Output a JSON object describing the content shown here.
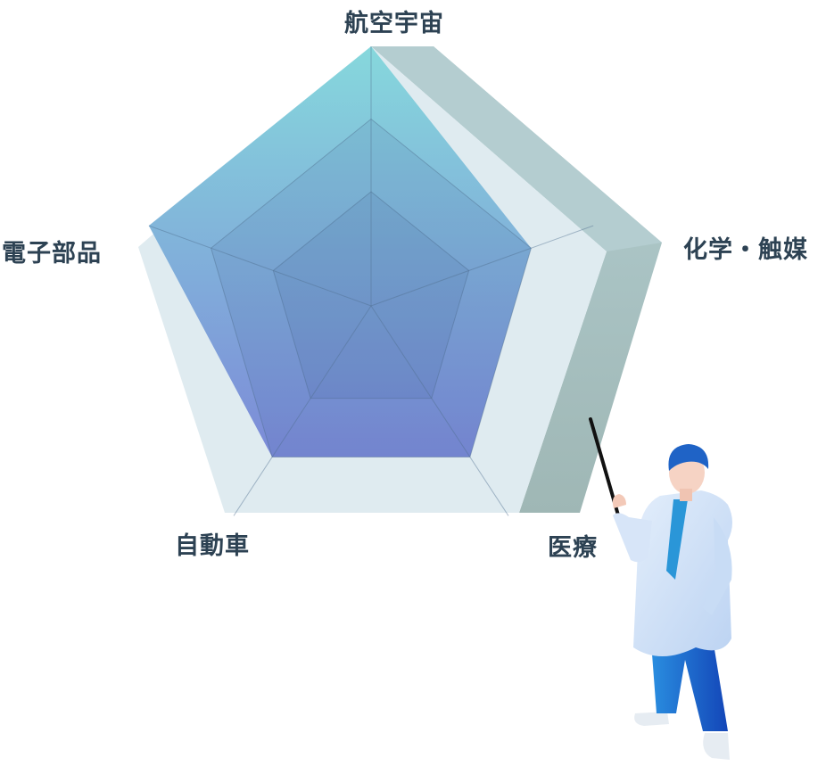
{
  "chart_data": {
    "type": "radar",
    "title": "",
    "axes": [
      "航空宇宙",
      "化学・触媒",
      "医療",
      "自動車",
      "電子部品"
    ],
    "values": [
      1.0,
      0.72,
      0.72,
      0.72,
      1.0
    ],
    "grid_levels": [
      0.44,
      0.72,
      1.0
    ],
    "range": [
      0,
      1
    ],
    "colors": {
      "fill_top": "#86d6dc",
      "fill_bottom": "#7c8fd8",
      "panel": "#dfebf0",
      "panel_side": "#a9c4c6",
      "label": "#2d4253"
    }
  }
}
